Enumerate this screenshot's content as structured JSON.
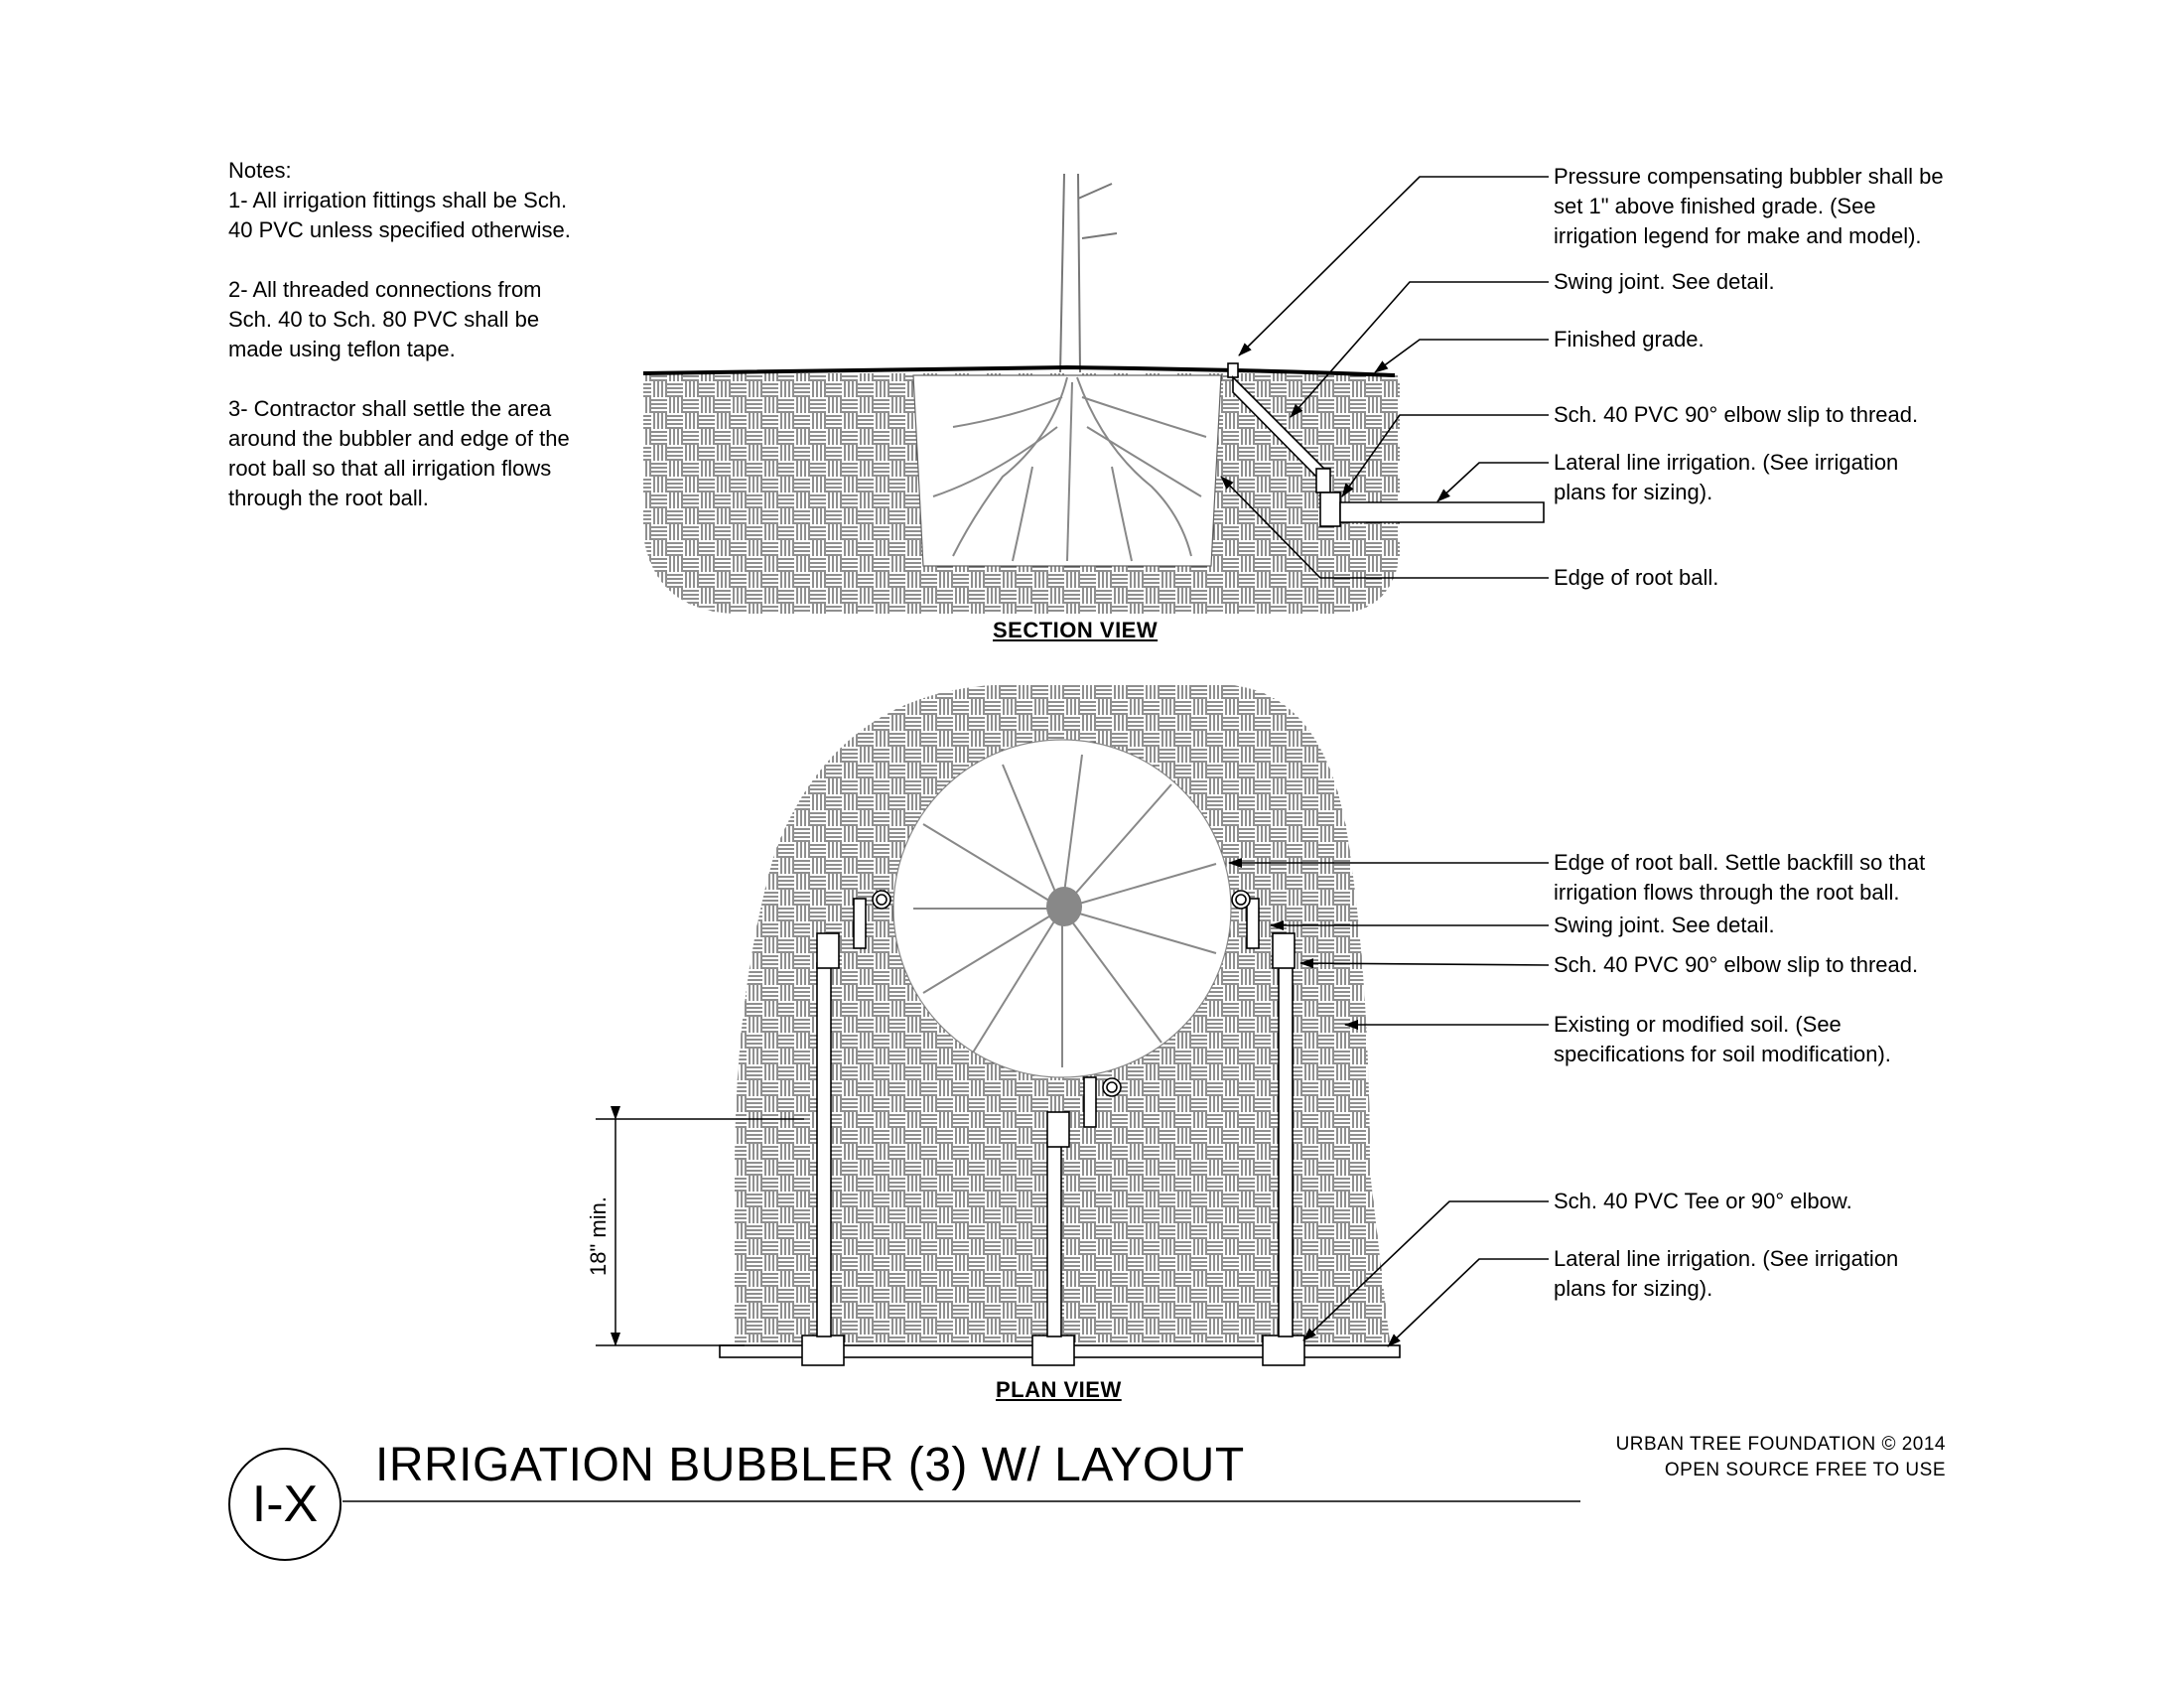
{
  "notes": {
    "heading": "Notes:",
    "items": [
      "1- All irrigation fittings shall be Sch.\n40 PVC unless specified otherwise.",
      "2- All threaded connections from\nSch. 40 to Sch. 80 PVC shall be\nmade using teflon tape.",
      "3- Contractor shall settle the area\naround the bubbler and edge of the\nroot ball so that all irrigation flows\nthrough the root ball."
    ]
  },
  "section_view": {
    "label": "SECTION VIEW",
    "callouts": [
      "Pressure compensating bubbler shall be\nset 1\" above finished grade. (See\nirrigation legend for make and model).",
      "Swing joint. See detail.",
      "Finished grade.",
      "Sch. 40 PVC 90° elbow slip to thread.",
      "Lateral line irrigation. (See irrigation\nplans for sizing).",
      "Edge of root ball."
    ]
  },
  "plan_view": {
    "label": "PLAN VIEW",
    "dimension": "18\" min.",
    "callouts": [
      "Edge of root ball. Settle backfill so that\nirrigation flows through the root ball.",
      "Swing joint. See detail.",
      "Sch. 40 PVC 90° elbow slip to thread.",
      "Existing or modified soil. (See\nspecifications for soil modification).",
      "Sch. 40 PVC Tee or 90° elbow.",
      "Lateral line irrigation. (See irrigation\nplans for sizing)."
    ]
  },
  "title_block": {
    "sheet_id": "I-X",
    "title": "IRRIGATION BUBBLER (3) W/ LAYOUT",
    "credit": "URBAN TREE FOUNDATION © 2014\nOPEN SOURCE FREE TO USE"
  }
}
